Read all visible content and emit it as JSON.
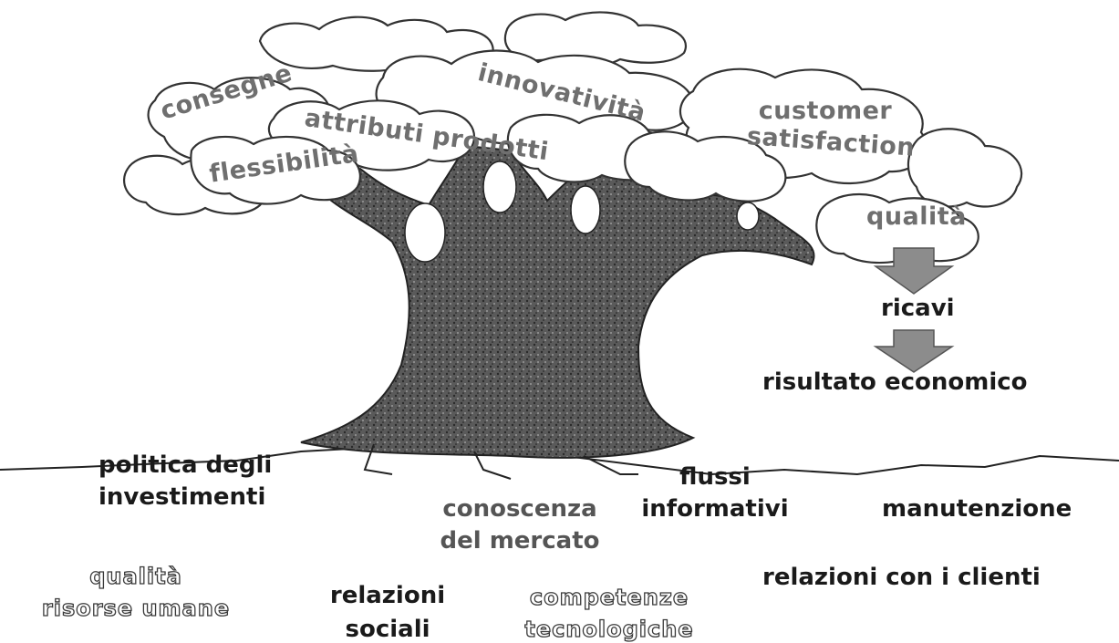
{
  "canopy": {
    "consegne": "consegne",
    "innovativita": "innovatività",
    "attributi": "attributi prodotti",
    "customer_line1": "customer",
    "customer_line2": "satisfaction",
    "flessibilita": "flessibilità",
    "qualita": "qualità"
  },
  "outcomes": {
    "ricavi": "ricavi",
    "risultato": "risultato economico"
  },
  "roots": {
    "politica_line1": "politica degli",
    "politica_line2": "investimenti",
    "conoscenza_line1": "conoscenza",
    "conoscenza_line2": "del mercato",
    "flussi_line1": "flussi",
    "flussi_line2": "informativi",
    "manutenzione": "manutenzione"
  },
  "ground": {
    "qualita_risorse_line1": "qualità",
    "qualita_risorse_line2": "risorse umane",
    "relazioni_sociali_line1": "relazioni",
    "relazioni_sociali_line2": "sociali",
    "competenze_line1": "competenze",
    "competenze_line2": "tecnologiche",
    "relazioni_clienti": "relazioni con i clienti"
  },
  "colors": {
    "trunk": "#4a4a4a",
    "arrow": "#8c8c8c",
    "cloud_stroke": "#333333",
    "canopy_text": "#6f6f6f"
  }
}
